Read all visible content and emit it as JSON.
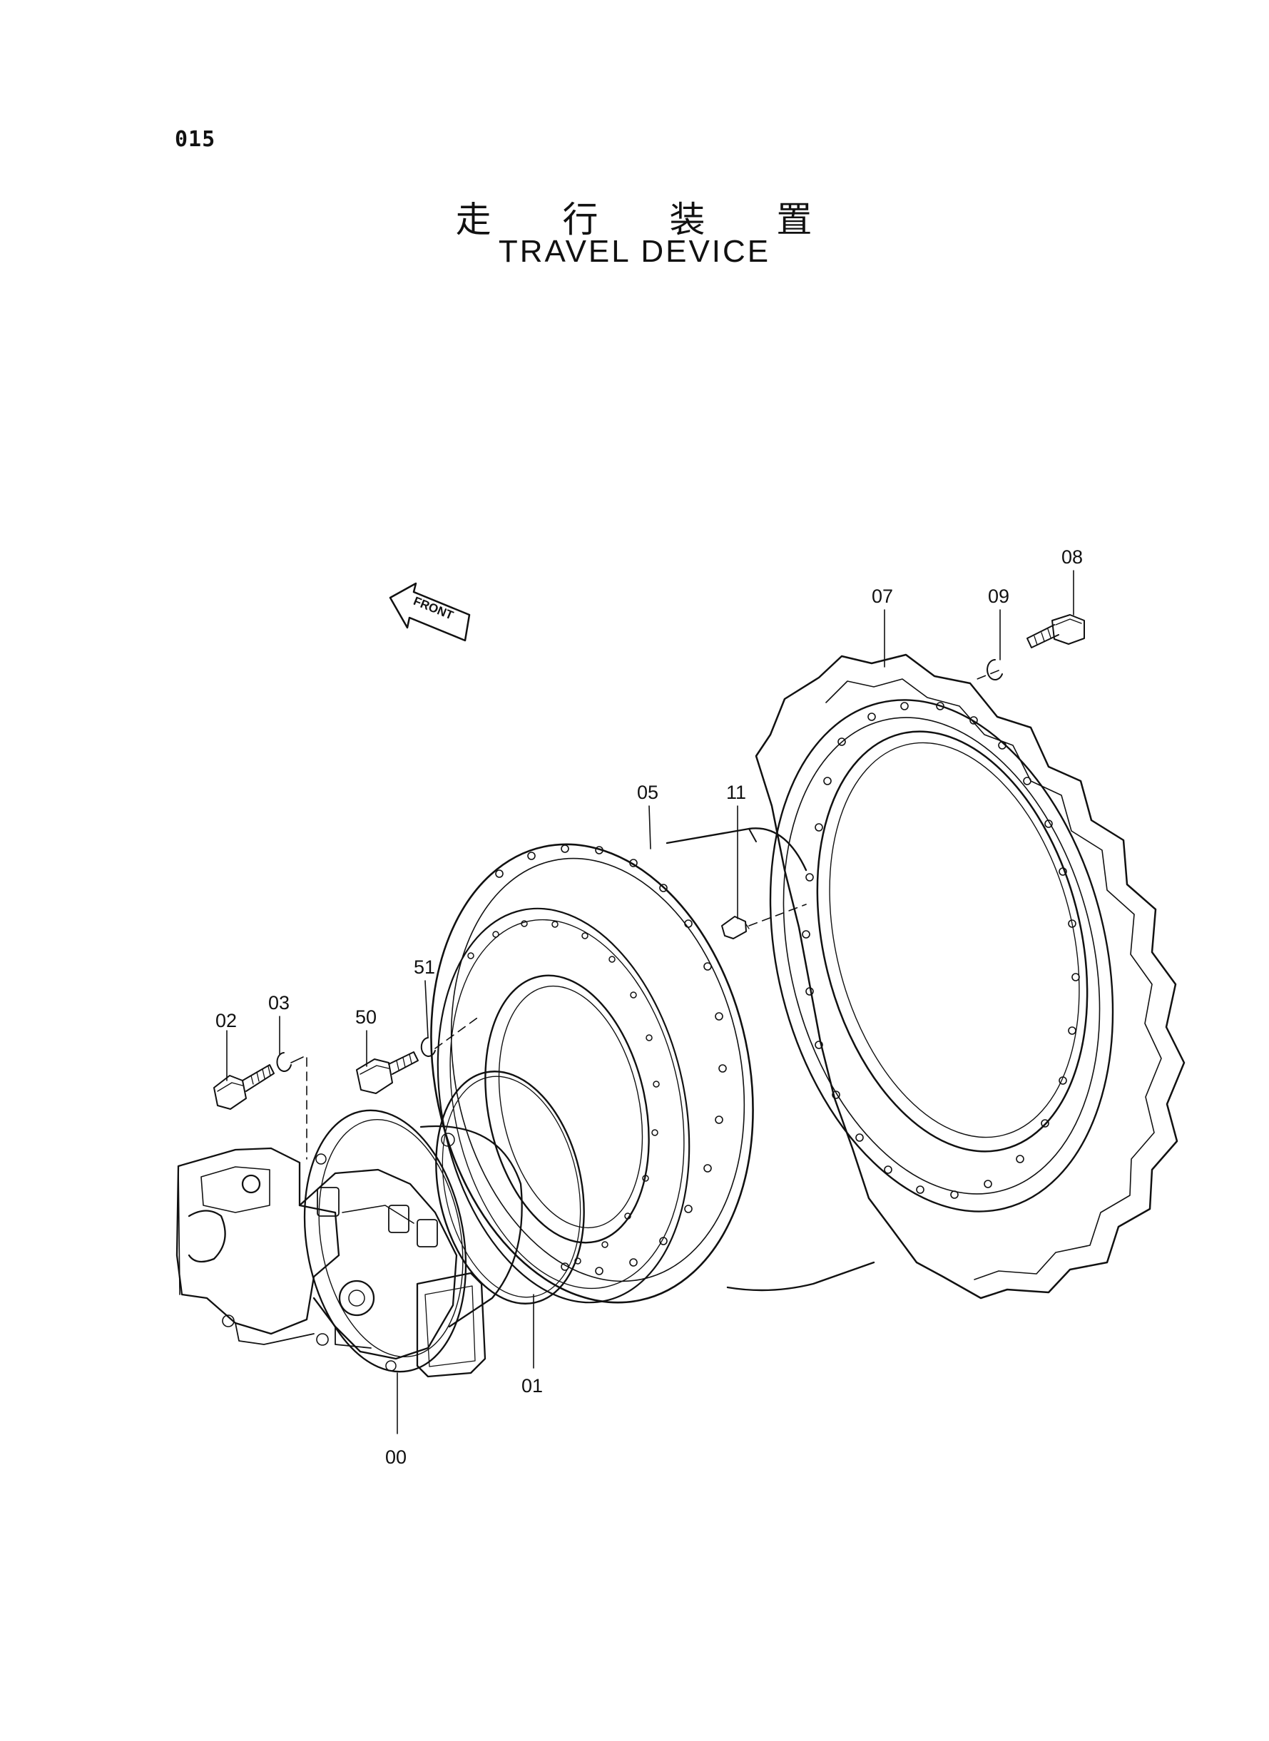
{
  "page_code": "015",
  "title_jp": "走 行 装 置",
  "title_en": "TRAVEL DEVICE",
  "direction_label": "FRONT",
  "callouts": [
    "00",
    "01",
    "02",
    "03",
    "05",
    "07",
    "08",
    "09",
    "11",
    "50",
    "51"
  ]
}
